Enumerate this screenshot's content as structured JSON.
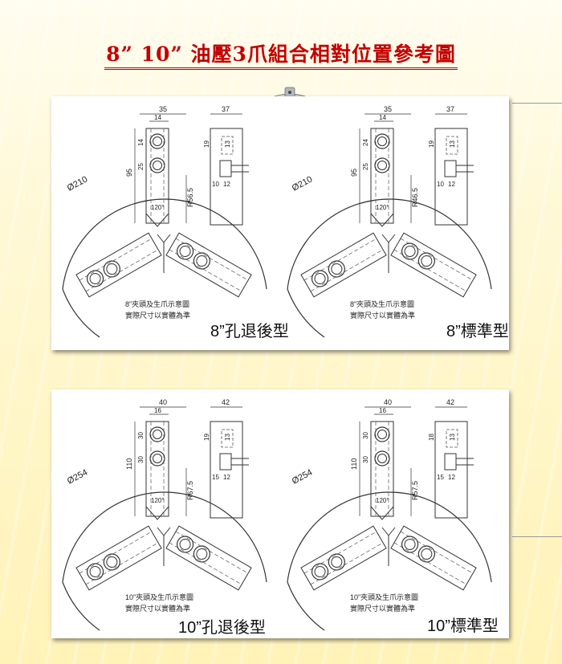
{
  "page_title": "8”  10”  油壓3爪組合相對位置參考圖",
  "top_panel": {
    "left_diagram": {
      "caption": "8”孔退後型",
      "note_line1": "8”夾頭及生爪示意圖",
      "note_line2": "實際尺寸以實體為準",
      "dims": {
        "top_width": "35",
        "top_inner": "14",
        "side_width": "37",
        "side_19": "19",
        "side_13": "13",
        "side_10": "10",
        "side_12": "12",
        "d1": "14",
        "d2": "25",
        "height": "95",
        "radius": "R56.5",
        "angle": "120°",
        "diameter": "Ø210"
      }
    },
    "right_diagram": {
      "caption": "8”標準型",
      "note_line1": "8”夾頭及生爪示意圖",
      "note_line2": "實際尺寸以實體為準",
      "dims": {
        "top_width": "35",
        "top_inner": "14",
        "side_width": "37",
        "side_19": "19",
        "side_13": "13",
        "side_10": "10",
        "side_12": "12",
        "d1": "24",
        "d2": "25",
        "height": "95",
        "radius": "R46.5",
        "angle": "120°",
        "diameter": "Ø210"
      }
    }
  },
  "bottom_panel": {
    "left_diagram": {
      "caption": "10”孔退後型",
      "note_line1": "10”夾頭及生爪示意圖",
      "note_line2": "實際尺寸以實體為準",
      "dims": {
        "top_width": "40",
        "top_inner": "16",
        "side_width": "42",
        "side_19": "19",
        "side_13": "13",
        "side_10": "15",
        "side_12": "12",
        "d1": "30",
        "d2": "30",
        "height": "110",
        "radius": "R67.5",
        "angle": "120°",
        "diameter": "Ø254"
      }
    },
    "right_diagram": {
      "caption": "10”標準型",
      "note_line1": "10”夾頭及生爪示意圖",
      "note_line2": "實際尺寸以實體為準",
      "dims": {
        "top_width": "40",
        "top_inner": "16",
        "side_width": "42",
        "side_19": "18",
        "side_13": "13",
        "side_10": "15",
        "side_12": "12",
        "d1": "30",
        "d2": "30",
        "height": "110",
        "radius": "R57.5",
        "angle": "120°",
        "diameter": "Ø254"
      }
    }
  },
  "colors": {
    "title_red": "#c40000",
    "line_gray": "#333333",
    "bg_yellow": "#fff5c0"
  }
}
